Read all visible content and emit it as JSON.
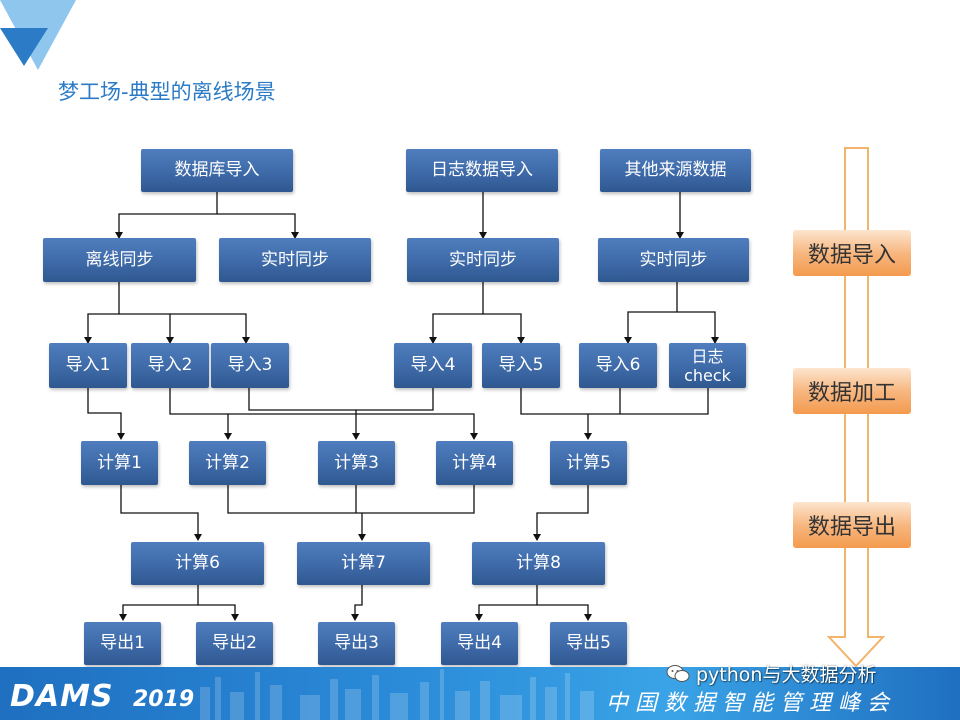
{
  "slide": {
    "title": "梦工场-典型的离线场景"
  },
  "nodes": {
    "src_db": "数据库导入",
    "src_log": "日志数据导入",
    "src_other": "其他来源数据",
    "sync_offline": "离线同步",
    "sync_rt1": "实时同步",
    "sync_rt2": "实时同步",
    "sync_rt3": "实时同步",
    "import1": "导入1",
    "import2": "导入2",
    "import3": "导入3",
    "import4": "导入4",
    "import5": "导入5",
    "import6": "导入6",
    "log_check_line1": "日志",
    "log_check_line2": "check",
    "calc1": "计算1",
    "calc2": "计算2",
    "calc3": "计算3",
    "calc4": "计算4",
    "calc5": "计算5",
    "calc6": "计算6",
    "calc7": "计算7",
    "calc8": "计算8",
    "export1": "导出1",
    "export2": "导出2",
    "export3": "导出3",
    "export4": "导出4",
    "export5": "导出5"
  },
  "stages": [
    "数据导入",
    "数据加工",
    "数据导出"
  ],
  "footer": {
    "brand": "DAMS",
    "year": "2019",
    "conference": "中国数据智能管理峰会",
    "watermark": "python与大数据分析"
  },
  "colors": {
    "box": "#3e6aa8",
    "stage": "#f39a4e",
    "title": "#2b7bc6",
    "footer": "#2a8ad8"
  }
}
